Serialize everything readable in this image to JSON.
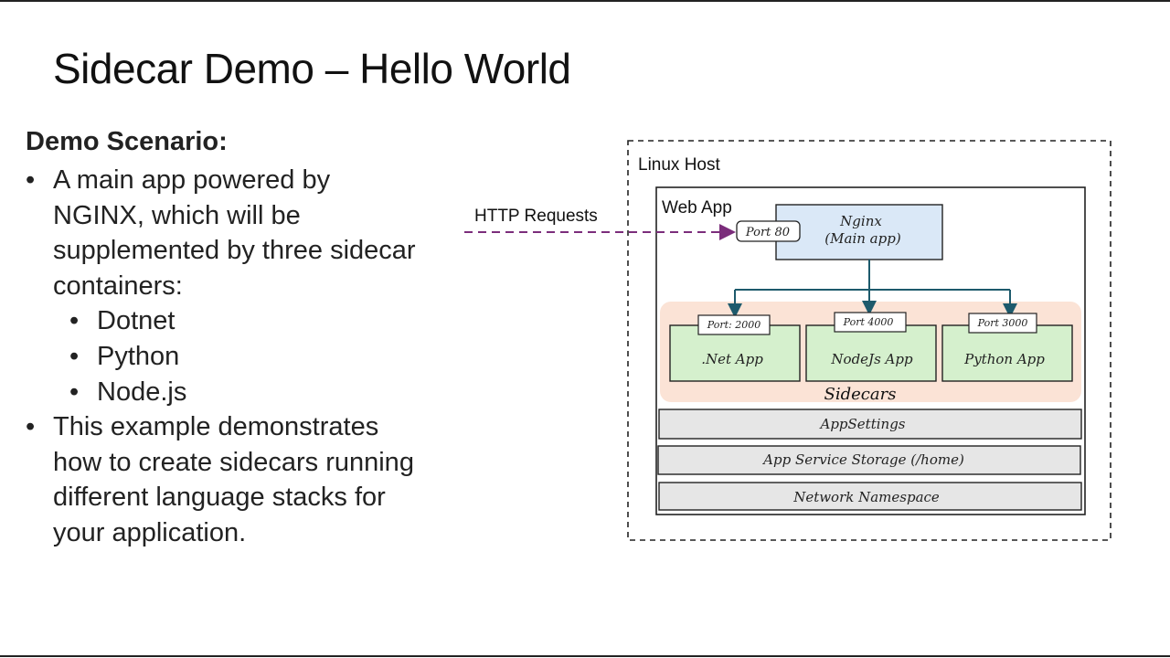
{
  "slide": {
    "title": "Sidecar Demo – Hello World",
    "scenario_heading": "Demo Scenario:",
    "bullets": [
      {
        "lines": [
          "A main app powered by",
          "NGINX, which will be",
          "supplemented by three sidecar",
          "containers:"
        ],
        "subitems": [
          "Dotnet",
          "Python",
          "Node.js"
        ]
      },
      {
        "lines": [
          "This example demonstrates",
          "how to create sidecars running",
          "different language stacks for",
          "your application."
        ]
      }
    ],
    "bullet_glyph": "•"
  },
  "diagram": {
    "linux_host_label": "Linux Host",
    "web_app_label": "Web App",
    "http_requests_label": "HTTP Requests",
    "nginx": {
      "line1": "Nginx",
      "line2": "(Main app)",
      "port": "Port 80"
    },
    "sidecars_label": "Sidecars",
    "sidecars": [
      {
        "name": ".Net App",
        "port": "Port: 2000"
      },
      {
        "name": "NodeJs App",
        "port": "Port 4000"
      },
      {
        "name": "Python App",
        "port": "Port 3000"
      }
    ],
    "layers": [
      "AppSettings",
      "App Service Storage (/home)",
      "Network Namespace"
    ],
    "colors": {
      "nginx_fill": "#dae8f7",
      "sidecar_group_fill": "#fbe3d6",
      "sidecar_box_fill": "#d5f0cd",
      "layer_fill": "#e6e6e6",
      "arrow": "#1d5a6c",
      "http_arrow": "#7b2d7b"
    }
  }
}
